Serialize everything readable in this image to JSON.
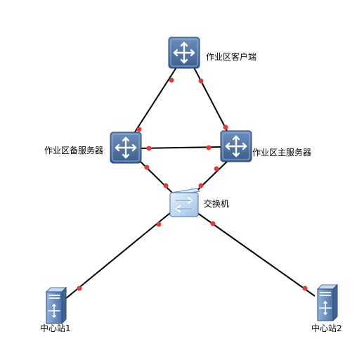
{
  "nodes": {
    "client": {
      "label": "作业区客户端",
      "icon": "router-icon"
    },
    "backup": {
      "label": "作业区备服务器",
      "icon": "router-icon"
    },
    "primary": {
      "label": "作业区主服务器",
      "icon": "router-icon"
    },
    "switch": {
      "label": "交换机",
      "icon": "switch-icon"
    },
    "station1": {
      "label": "中心站1",
      "icon": "server-icon"
    },
    "station2": {
      "label": "中心站2",
      "icon": "server-icon"
    }
  },
  "links": [
    {
      "from": "client",
      "to": "backup"
    },
    {
      "from": "client",
      "to": "primary"
    },
    {
      "from": "backup",
      "to": "primary"
    },
    {
      "from": "backup",
      "to": "switch"
    },
    {
      "from": "primary",
      "to": "switch"
    },
    {
      "from": "switch",
      "to": "station1"
    },
    {
      "from": "switch",
      "to": "station2"
    }
  ],
  "colors": {
    "line": "#000000",
    "port": "#e03a3a",
    "device_dark": "#3a5a86",
    "device_light": "#7fa3cf",
    "switch_face": "#bcd6f0"
  }
}
